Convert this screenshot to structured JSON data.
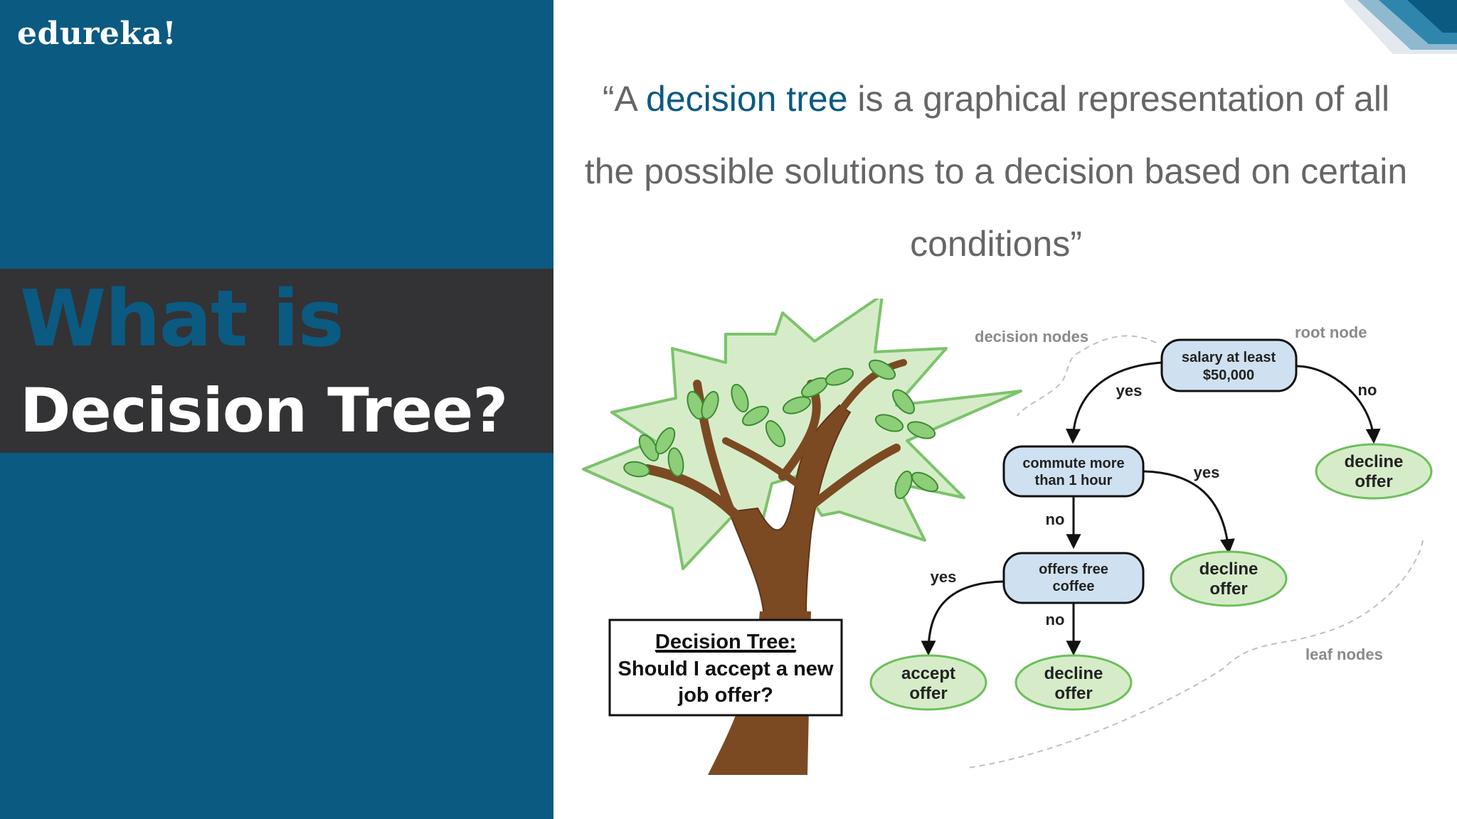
{
  "brand": {
    "logo_text": "edureka!"
  },
  "title": {
    "line1": "What is",
    "line2": "Decision Tree?"
  },
  "quote": {
    "line1_prefix": "“A ",
    "line1_highlight": "decision tree",
    "line1_suffix": " is a graphical representation of all",
    "line2": "the possible solutions to a decision based on certain",
    "line3": "conditions”"
  },
  "colors": {
    "brand_blue": "#0b5a82",
    "band_dark": "#333234",
    "leaf_green": "#d6ecc9",
    "node_blue": "#cfe1f0"
  },
  "diagram": {
    "sign": {
      "title": "Decision Tree:",
      "line2": "Should I accept a new",
      "line3": "job offer?"
    },
    "annotations": {
      "decision_nodes": "decision nodes",
      "root_node": "root node",
      "leaf_nodes": "leaf nodes"
    },
    "nodes": {
      "salary": {
        "line1": "salary at least",
        "line2": "$50,000"
      },
      "commute": {
        "line1": "commute more",
        "line2": "than 1 hour"
      },
      "coffee": {
        "line1": "offers free",
        "line2": "coffee"
      },
      "decline1": {
        "line1": "decline",
        "line2": "offer"
      },
      "decline2": {
        "line1": "decline",
        "line2": "offer"
      },
      "decline3": {
        "line1": "decline",
        "line2": "offer"
      },
      "accept": {
        "line1": "accept",
        "line2": "offer"
      }
    },
    "edges": {
      "salary_yes": "yes",
      "salary_no": "no",
      "commute_yes": "yes",
      "commute_no": "no",
      "coffee_yes": "yes",
      "coffee_no": "no"
    }
  }
}
